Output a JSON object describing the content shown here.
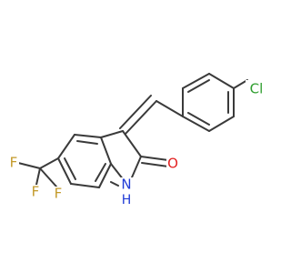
{
  "molecule": {
    "atoms": {
      "cl": {
        "symbol": "Cl",
        "color": "#2e9e2e"
      },
      "o": {
        "symbol": "O",
        "color": "#e32222"
      },
      "n": {
        "symbol": "N",
        "color": "#1f3ad6"
      },
      "h": {
        "symbol": "H",
        "color": "#1f3ad6"
      },
      "f1": {
        "symbol": "F",
        "color": "#c39a2a"
      },
      "f2": {
        "symbol": "F",
        "color": "#c39a2a"
      },
      "f3": {
        "symbol": "F",
        "color": "#c39a2a"
      }
    },
    "bond_color": "#3a3a3a",
    "background": "#ffffff"
  }
}
